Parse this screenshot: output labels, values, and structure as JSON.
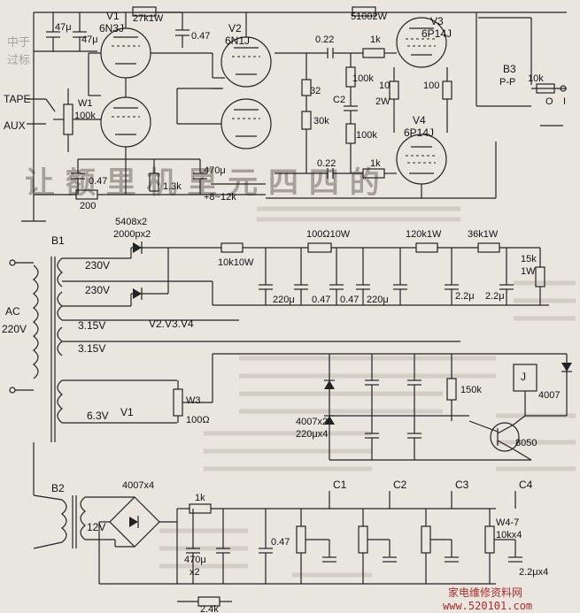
{
  "background_text": {
    "banner": "让 额 里 机 里 元 四 四 的",
    "fragments": [
      "中于",
      "过标"
    ]
  },
  "watermark": {
    "site_name": "家电维修资料网",
    "url": "www.520101.com"
  },
  "labels": {
    "tape": "TAPE",
    "aux": "AUX",
    "ac": "AC",
    "ac_voltage": "220V",
    "v1": "V1",
    "v1_type": "6N3J",
    "v1_low": "V1",
    "v2": "V2",
    "v2_type": "6N1J",
    "v3": "V3",
    "v3_type": "6P14J",
    "v4": "V4",
    "v4_type": "6P14J",
    "w1": "W1",
    "w1_val": "100k",
    "w3": "W3",
    "w3_val": "100Ω",
    "w4": "W4-7",
    "w4_val": "10kx4",
    "b1": "B1",
    "b2": "B2",
    "b3": "B3",
    "b3_pp": "P-P",
    "b3_out": "10k",
    "b3_o": "O",
    "b3_i": "I",
    "c47u_a": "47μ",
    "c47u_b": "47μ",
    "r27k": "27k1W",
    "c047_top": "0.47",
    "r510": "51002W",
    "c022_top": "0.22",
    "r1k_top": "1k",
    "r100k_a": "100k",
    "r10": "10",
    "r2w": "2W",
    "r100": "100",
    "c2_mid": "C2",
    "r30k": "30k",
    "r100k_b": "100k",
    "c022_bot": "0.22",
    "r1k_bot": "1k",
    "r32": "32",
    "c047_mid": "0.47",
    "r13k": "1.3k",
    "c470u": "470μ",
    "v812": "+8~12k",
    "r200": "200",
    "d5408": "5408x2",
    "c2000": "2000px2",
    "r10k10w": "10k10W",
    "r100q": "100Ω10W",
    "r120k": "120k1W",
    "r36k": "36k1W",
    "r15k": "15k",
    "r1w": "1W",
    "c220u_a": "220μ",
    "c047_a": "0.47",
    "c047_b": "0.47",
    "c220u_b": "220μ",
    "c22u_a": "2.2μ",
    "c22u_b": "2.2μ",
    "v230_a": "230V",
    "v230_b": "230V",
    "v315_a": "3.15V",
    "v315_b": "3.15V",
    "fil_v234": "V2.V3.V4",
    "v63": "6.3V",
    "d4007x2": "4007x2",
    "c220ux4": "220μx4",
    "r150k": "150k",
    "relay": "J",
    "d4007": "4007",
    "t8050": "8050",
    "d4007x4": "4007x4",
    "v12": "12V",
    "r1k_low": "1k",
    "c470ux2": "470μ",
    "x2": "x2",
    "c047_low": "0.47",
    "r24k": "2.4k",
    "c22ux4": "2.2μx4",
    "c1": "C1",
    "c2": "C2",
    "c3": "C3",
    "c4": "C4"
  },
  "colors": {
    "paper": "#e9e6df",
    "ink": "#222222",
    "watermark": "#b02a2a"
  }
}
